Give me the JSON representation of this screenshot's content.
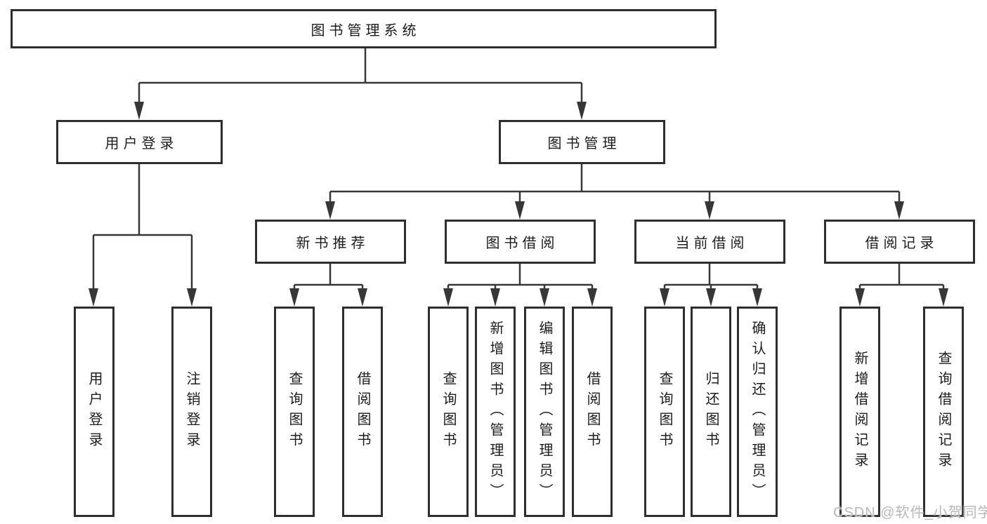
{
  "tree": {
    "label": "图书管理系统",
    "children": [
      {
        "label": "用户登录",
        "children": [
          {
            "label": "用户登录"
          },
          {
            "label": "注销登录"
          }
        ]
      },
      {
        "label": "图书管理",
        "children": [
          {
            "label": "新书推荐",
            "children": [
              {
                "label": "查询图书"
              },
              {
                "label": "借阅图书"
              }
            ]
          },
          {
            "label": "图书借阅",
            "children": [
              {
                "label": "查询图书"
              },
              {
                "label": "新增图书（管理员）"
              },
              {
                "label": "编辑图书（管理员）"
              },
              {
                "label": "借阅图书"
              }
            ]
          },
          {
            "label": "当前借阅",
            "children": [
              {
                "label": "查询图书"
              },
              {
                "label": "归还图书"
              },
              {
                "label": "确认归还（管理员）"
              }
            ]
          },
          {
            "label": "借阅记录",
            "children": [
              {
                "label": "新增借阅记录"
              },
              {
                "label": "查询借阅记录"
              }
            ]
          }
        ]
      }
    ]
  },
  "watermark": {
    "text": "CSDN @软件_小贺同学"
  },
  "colors": {
    "line": "#373737",
    "box_border": "#2e2e2e",
    "text": "#1c1c1c",
    "watermark": "#b7b7b7",
    "background": "#ffffff"
  }
}
